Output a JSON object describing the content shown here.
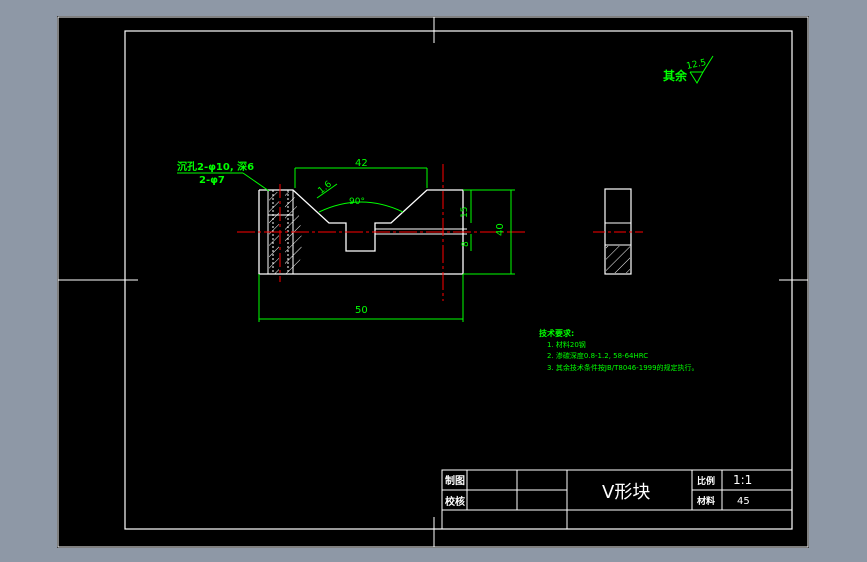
{
  "colors": {
    "background": "#000000",
    "window": "#8e98a6",
    "outline": "#ffffff",
    "dimension": "#00ff00",
    "centerline": "#ff0000",
    "hatch": "#ffffff"
  },
  "roughness": {
    "label": "其余",
    "value": "12.5"
  },
  "hole_note": {
    "line1": "沉孔2-φ10, 深6",
    "line2": "2-φ7"
  },
  "dimensions": {
    "top_width": "42",
    "chamfer": "1.6",
    "angle": "90°",
    "right_small": "15",
    "right_height": "40",
    "slot_depth": "8",
    "overall_width": "50"
  },
  "tech_requirements": {
    "title": "技术要求:",
    "items": [
      "1. 材料20钢",
      "2. 渗碳深度0.8-1.2, 58-64HRC",
      "3. 其余技术条件按JB/T8046-1999的规定执行。"
    ]
  },
  "title_block": {
    "drawn": "制图",
    "checked": "校核",
    "part_name": "V形块",
    "scale_label": "比例",
    "scale_value": "1:1",
    "material_label": "材料",
    "material_value": "45"
  }
}
